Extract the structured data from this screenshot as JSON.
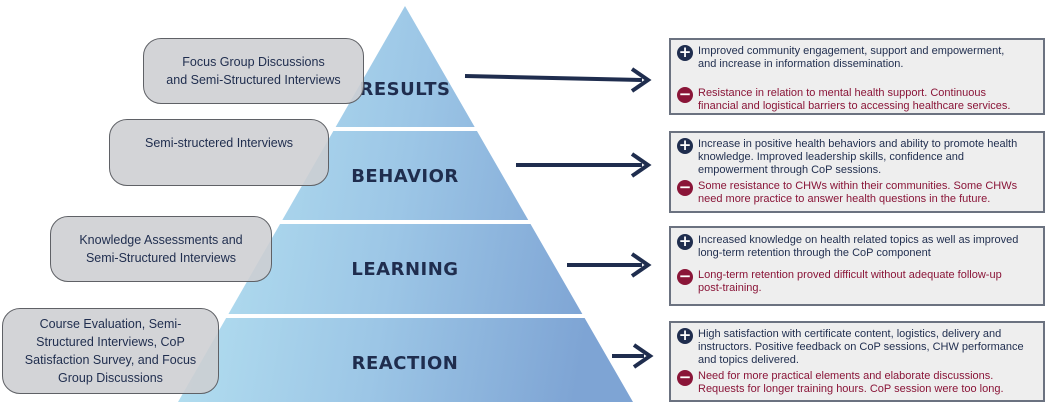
{
  "colors": {
    "pyramid_light": "#b6e2f0",
    "pyramid_dark": "#7fa6d6",
    "navy": "#1f2d4e",
    "maroon": "#8a1538",
    "pill_fill": "#cdced2",
    "box_fill": "#eeeeee"
  },
  "levels": [
    {
      "label": "RESULTS",
      "method": "Focus Group Discussions\nand Semi-Structured Interviews",
      "positive": "Improved community engagement, support and empowerment,\nand increase in information dissemination.",
      "negative": "Resistance in relation to mental health support. Continuous\nfinancial and logistical barriers to accessing healthcare services."
    },
    {
      "label": "BEHAVIOR",
      "method": "Semi-structered Interviews",
      "positive": "Increase in positive health behaviors and ability to promote health\nknowledge. Improved leadership skills, confidence and\nempowerment through CoP sessions.",
      "negative": "Some resistance to CHWs within their communities. Some CHWs\nneed more practice to answer health questions in the future."
    },
    {
      "label": "LEARNING",
      "method": "Knowledge Assessments and\nSemi-Structured Interviews",
      "positive": "Increased knowledge on health related topics as well as improved\nlong-term retention through the CoP component",
      "negative": "Long-term retention proved difficult without adequate follow-up\npost-training."
    },
    {
      "label": "REACTION",
      "method": "Course Evaluation, Semi-\nStructured Interviews, CoP\nSatisfaction Survey, and Focus\nGroup Discussions",
      "positive": "High satisfaction with certificate content, logistics, delivery and\ninstructors. Positive feedback on CoP sessions, CHW performance\nand topics delivered.",
      "negative": "Need for more practical elements and elaborate discussions.\nRequests for longer training hours. CoP session were too long."
    }
  ]
}
